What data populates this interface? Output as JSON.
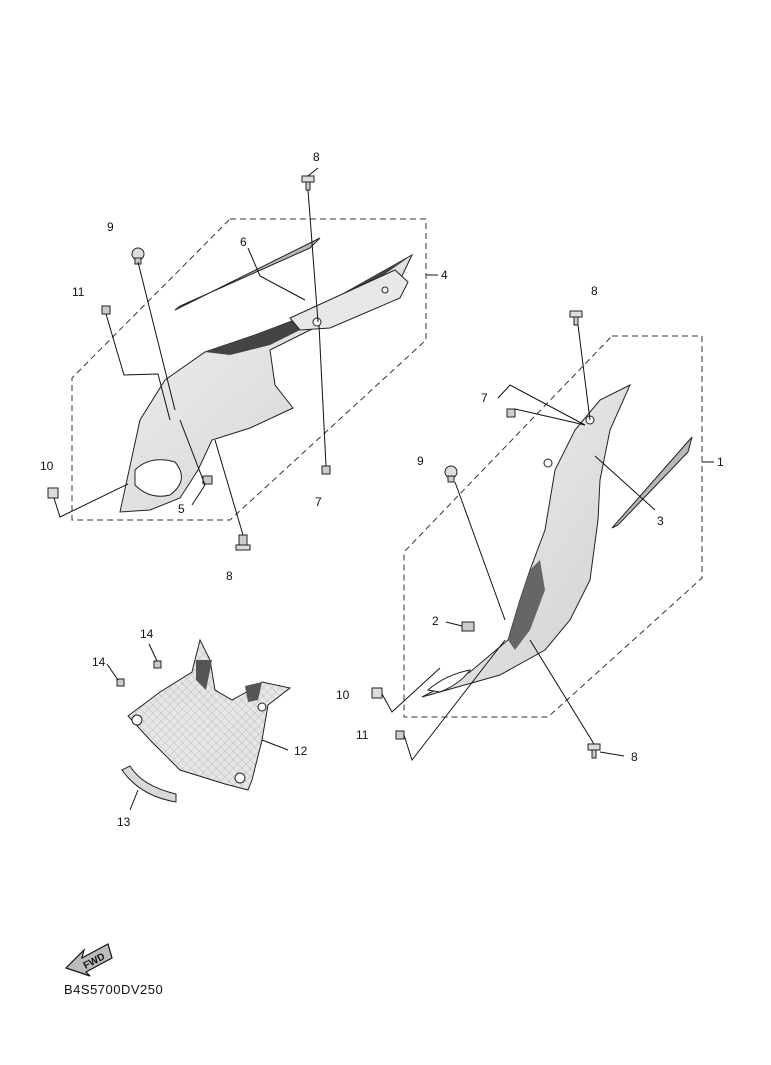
{
  "callouts": {
    "c1": "1",
    "c2": "2",
    "c3": "3",
    "c4": "4",
    "c5": "5",
    "c6": "6",
    "c7a": "7",
    "c7b": "7",
    "c8a": "8",
    "c8b": "8",
    "c8c": "8",
    "c8d": "8",
    "c9a": "9",
    "c9b": "9",
    "c10a": "10",
    "c10b": "10",
    "c11a": "11",
    "c11b": "11",
    "c12": "12",
    "c13": "13",
    "c14a": "14",
    "c14b": "14"
  },
  "fwd_label": "FWD",
  "diagram_code": "B4S5700DV250",
  "colors": {
    "line": "#111111",
    "panel_fill": "#e4e4e4",
    "panel_dark": "#555555"
  }
}
